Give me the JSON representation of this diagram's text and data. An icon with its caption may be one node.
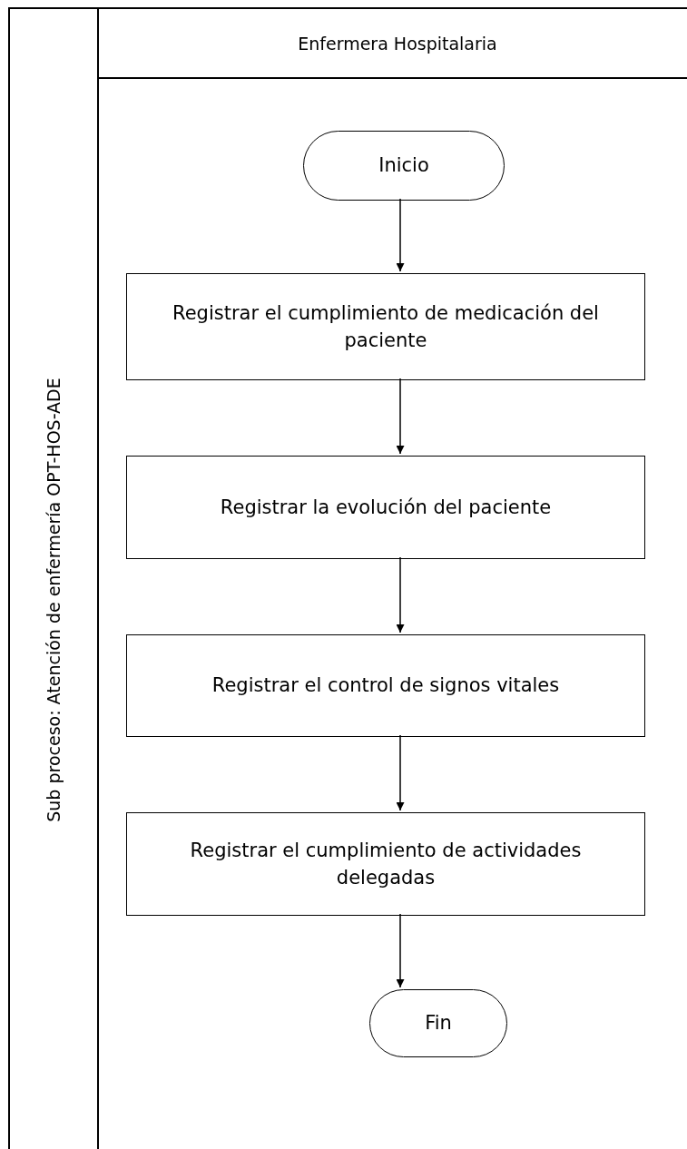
{
  "diagram": {
    "nodes": [
      {
        "text": [
          "Sub proceso: Atención de enfermería OPT-HOS-ADE"
        ]
      },
      {
        "text": [
          "Enfermera Hospitalaria"
        ],
        "in": 0
      },
      {
        "text": [
          "Inicio"
        ],
        "in": 1
      },
      {
        "text": [
          "Registrar el cumplimiento de medicación del paciente"
        ],
        "in": 1
      },
      {
        "text": [
          "Registrar la evolución del paciente"
        ],
        "in": 1
      },
      {
        "text": [
          "Registrar el control de signos vitales"
        ],
        "in": 1
      },
      {
        "text": [
          "Registrar el cumplimiento de actividades delegadas"
        ],
        "in": 1
      },
      {
        "text": [
          "Fin"
        ],
        "in": 1
      }
    ],
    "edges": [
      {
        "from": 2,
        "to": 3,
        "arrow": "to"
      },
      {
        "from": 3,
        "to": 4,
        "arrow": "to"
      },
      {
        "from": 4,
        "to": 5,
        "arrow": "to"
      },
      {
        "from": 5,
        "to": 6,
        "arrow": "to"
      },
      {
        "from": 6,
        "to": 7,
        "arrow": "to"
      }
    ]
  }
}
